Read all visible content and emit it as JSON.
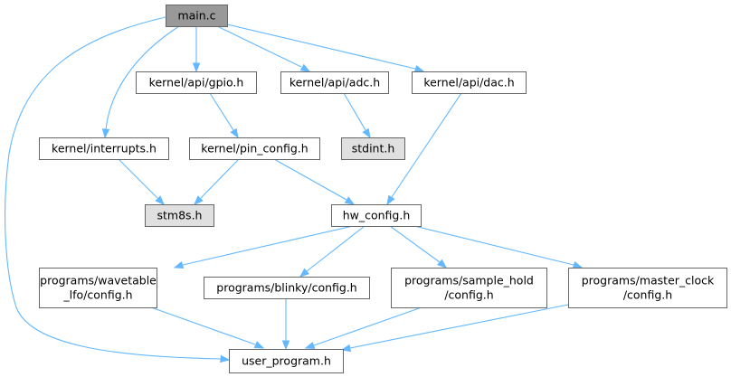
{
  "diagram": {
    "nodes": [
      {
        "id": "main_c",
        "lines": [
          "main.c"
        ],
        "style": "current"
      },
      {
        "id": "gpio_h",
        "lines": [
          "kernel/api/gpio.h"
        ],
        "style": "normal"
      },
      {
        "id": "adc_h",
        "lines": [
          "kernel/api/adc.h"
        ],
        "style": "normal"
      },
      {
        "id": "dac_h",
        "lines": [
          "kernel/api/dac.h"
        ],
        "style": "normal"
      },
      {
        "id": "interrupts_h",
        "lines": [
          "kernel/interrupts.h"
        ],
        "style": "normal"
      },
      {
        "id": "pin_config_h",
        "lines": [
          "kernel/pin_config.h"
        ],
        "style": "normal"
      },
      {
        "id": "stdint_h",
        "lines": [
          "stdint.h"
        ],
        "style": "external"
      },
      {
        "id": "stm8s_h",
        "lines": [
          "stm8s.h"
        ],
        "style": "external"
      },
      {
        "id": "hw_config_h",
        "lines": [
          "hw_config.h"
        ],
        "style": "normal"
      },
      {
        "id": "wavetable_cfg",
        "lines": [
          "programs/wavetable",
          "_lfo/config.h"
        ],
        "style": "normal"
      },
      {
        "id": "blinky_cfg",
        "lines": [
          "programs/blinky/config.h"
        ],
        "style": "normal"
      },
      {
        "id": "sample_hold_cfg",
        "lines": [
          "programs/sample_hold",
          "/config.h"
        ],
        "style": "normal"
      },
      {
        "id": "master_clock_cfg",
        "lines": [
          "programs/master_clock",
          "/config.h"
        ],
        "style": "normal"
      },
      {
        "id": "user_program_h",
        "lines": [
          "user_program.h"
        ],
        "style": "normal"
      }
    ],
    "edges": [
      {
        "from": "main_c",
        "to": "gpio_h"
      },
      {
        "from": "main_c",
        "to": "adc_h"
      },
      {
        "from": "main_c",
        "to": "dac_h"
      },
      {
        "from": "main_c",
        "to": "interrupts_h"
      },
      {
        "from": "main_c",
        "to": "user_program_h"
      },
      {
        "from": "gpio_h",
        "to": "pin_config_h"
      },
      {
        "from": "adc_h",
        "to": "stdint_h"
      },
      {
        "from": "dac_h",
        "to": "hw_config_h"
      },
      {
        "from": "interrupts_h",
        "to": "stm8s_h"
      },
      {
        "from": "pin_config_h",
        "to": "stm8s_h"
      },
      {
        "from": "pin_config_h",
        "to": "hw_config_h"
      },
      {
        "from": "hw_config_h",
        "to": "wavetable_cfg"
      },
      {
        "from": "hw_config_h",
        "to": "blinky_cfg"
      },
      {
        "from": "hw_config_h",
        "to": "sample_hold_cfg"
      },
      {
        "from": "hw_config_h",
        "to": "master_clock_cfg"
      },
      {
        "from": "wavetable_cfg",
        "to": "user_program_h"
      },
      {
        "from": "blinky_cfg",
        "to": "user_program_h"
      },
      {
        "from": "sample_hold_cfg",
        "to": "user_program_h"
      },
      {
        "from": "master_clock_cfg",
        "to": "user_program_h"
      }
    ],
    "colors": {
      "current_fill": "#999999",
      "external_fill": "#e0e0e0",
      "normal_fill": "#ffffff",
      "border": "#666666",
      "edge": "#63b8ff"
    }
  }
}
